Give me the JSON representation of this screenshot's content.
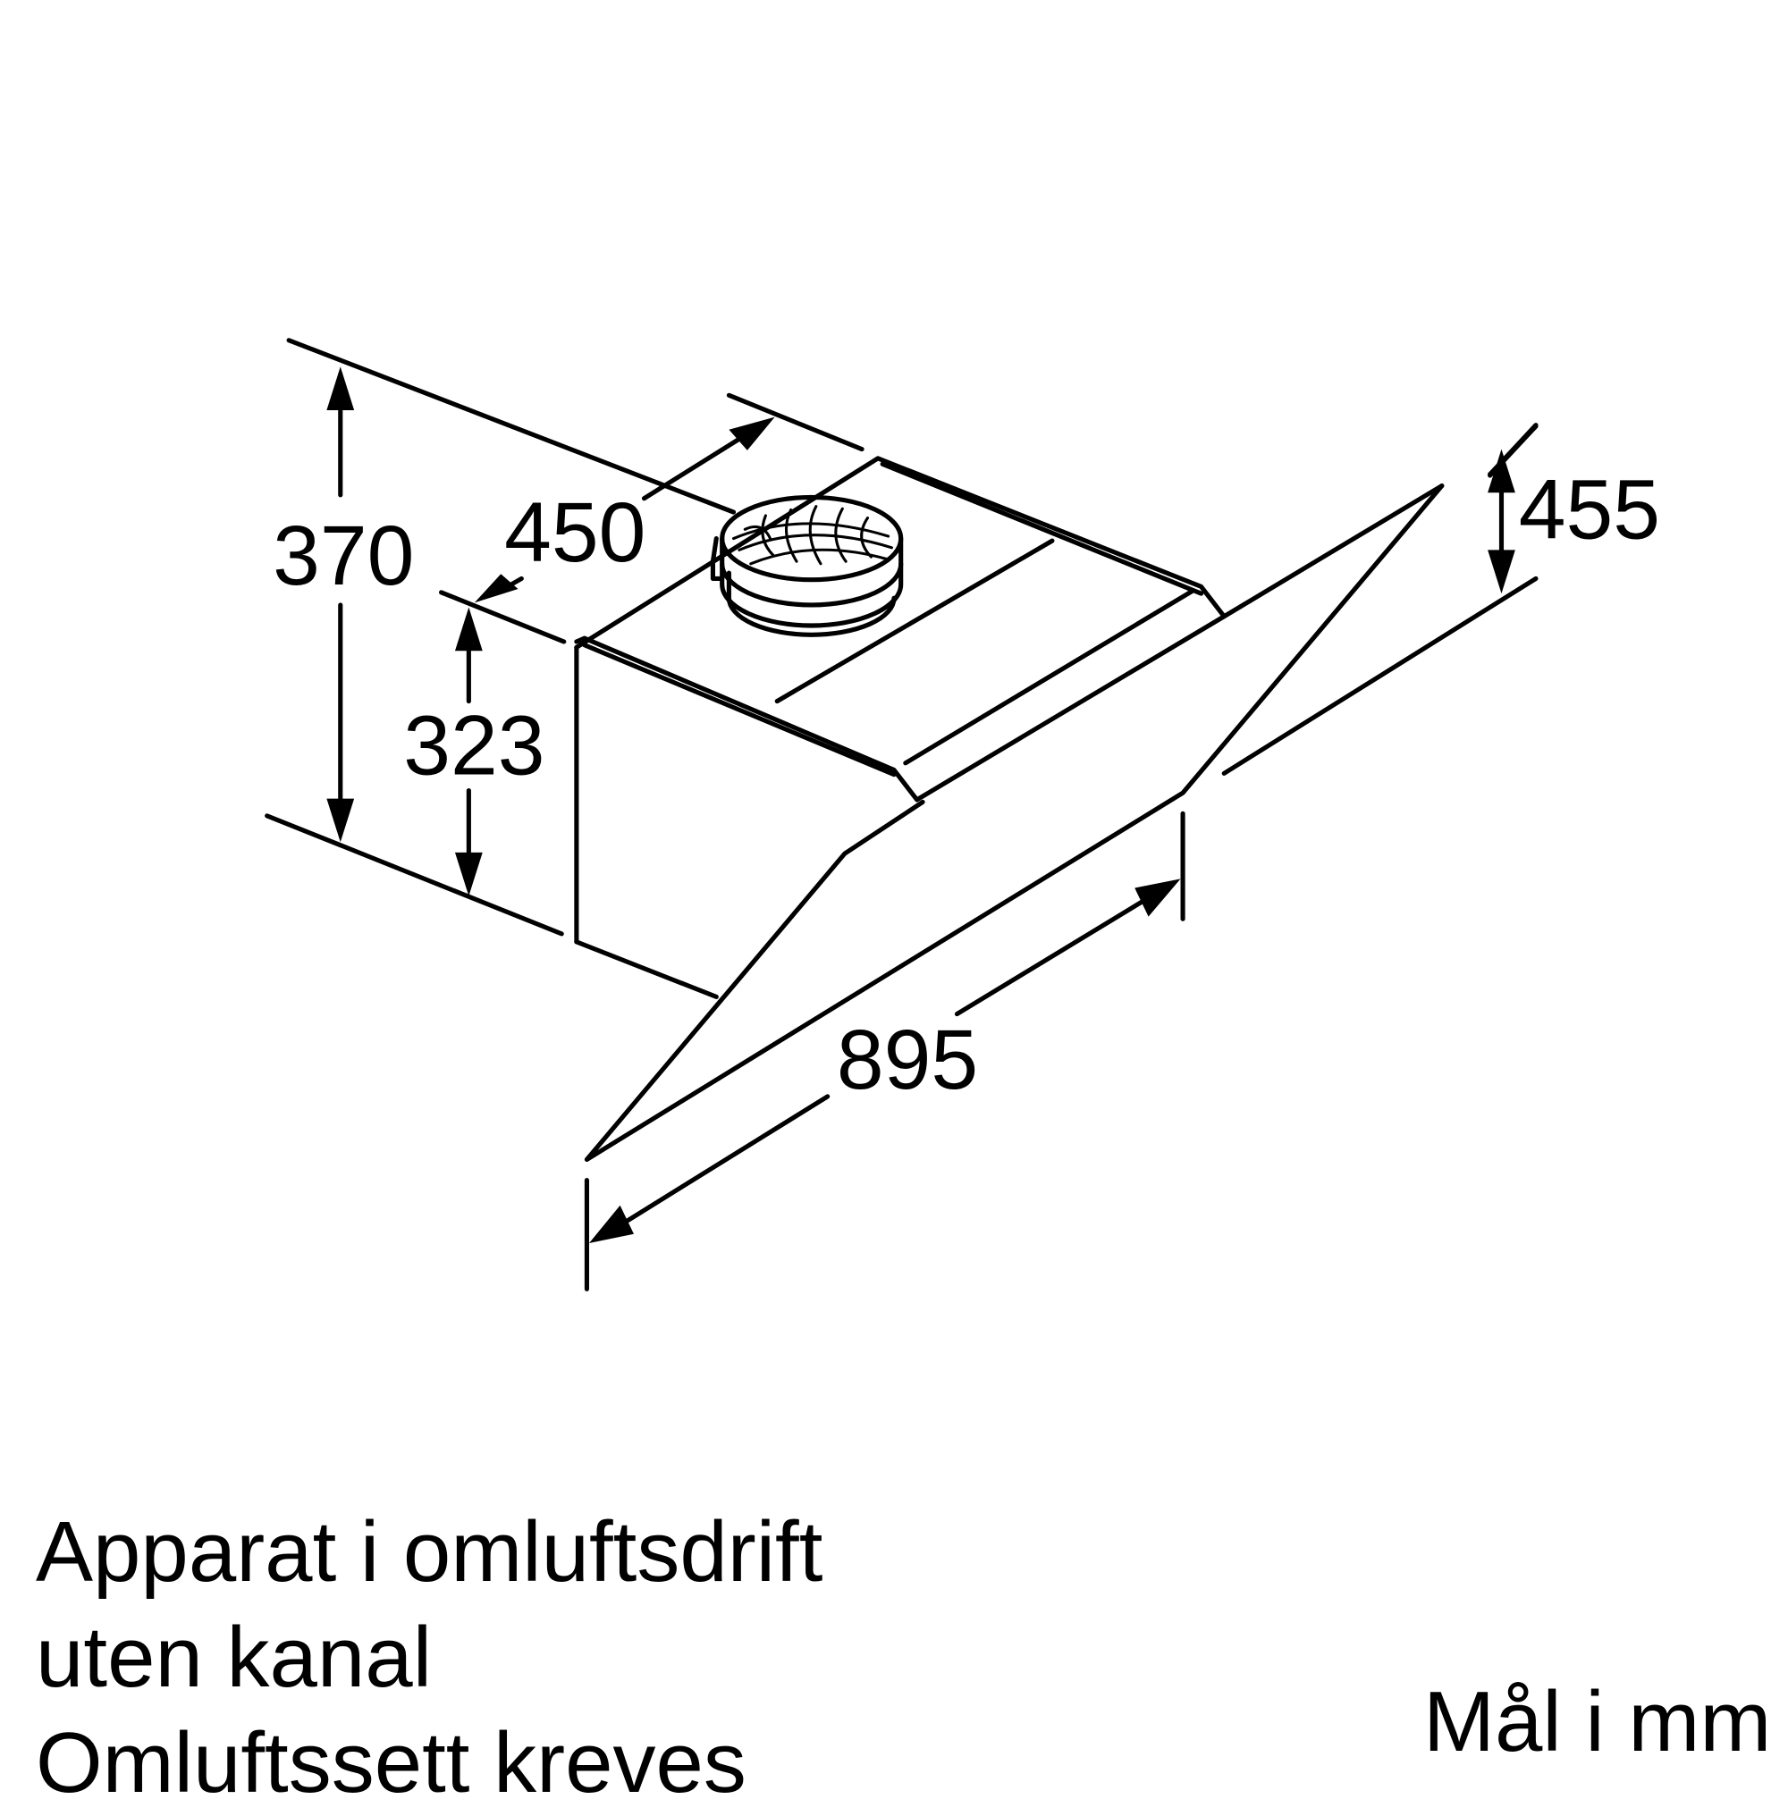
{
  "diagram": {
    "subject": "wall-mounted inclined cooker hood",
    "dimensions": {
      "total_height": "370",
      "depth": "450",
      "chimney_height": "323",
      "glass_height": "455",
      "width": "895"
    },
    "colors": {
      "line": "#000000",
      "background": "#ffffff"
    }
  },
  "notes": {
    "line1": "Apparat i omluftsdrift",
    "line2": "uten kanal",
    "line3": "Omluftssett kreves"
  },
  "units": "Mål i mm"
}
